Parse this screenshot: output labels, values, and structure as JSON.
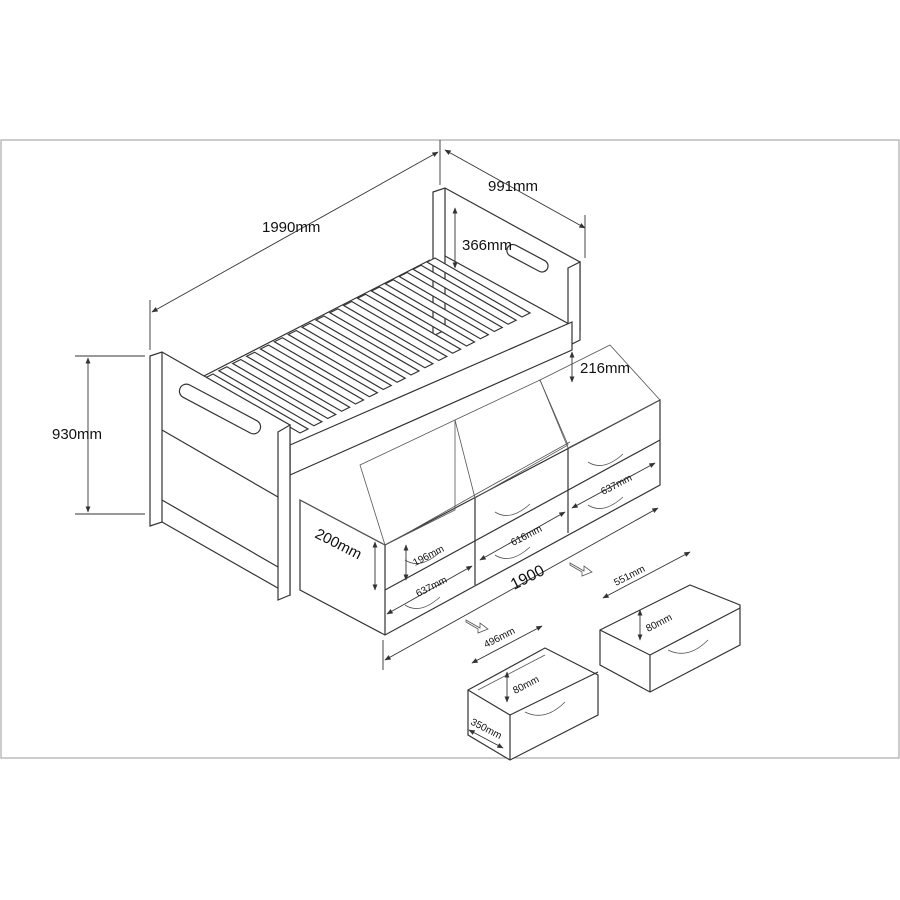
{
  "diagram": {
    "dimensions": {
      "overall_length": "1990mm",
      "overall_width": "991mm",
      "headboard_height_above_rail": "366mm",
      "rail_height": "216mm",
      "overall_height": "930mm",
      "trundle_height": "200mm",
      "drawer_front_height": "196mm",
      "drawer_middle_width": "616mm",
      "drawer_left_width": "637mm",
      "drawer_right_width": "637mm",
      "trundle_length": "1900",
      "drawer_large_width": "551mm",
      "drawer_large_depth": "80mm",
      "drawer_small_width": "496mm",
      "drawer_small_depth": "80mm",
      "drawer_small_length": "350mm"
    },
    "colors": {
      "line": "#333333",
      "frame": "#aaaaaa"
    }
  }
}
